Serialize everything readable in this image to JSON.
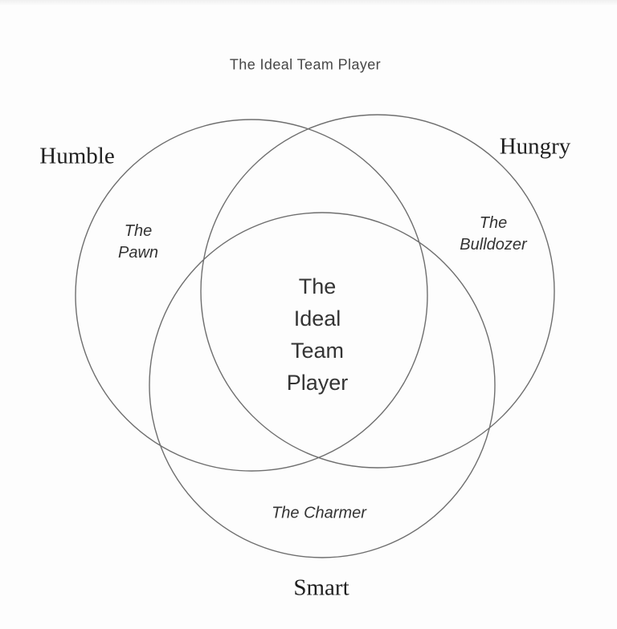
{
  "page": {
    "title": "The Ideal Team Player"
  },
  "diagram": {
    "type": "venn",
    "stroke_color": "#6e6e6e",
    "circles": [
      {
        "id": "humble",
        "label": "Humble"
      },
      {
        "id": "hungry",
        "label": "Hungry"
      },
      {
        "id": "smart",
        "label": "Smart"
      }
    ],
    "regions": [
      {
        "circles": [
          "humble"
        ],
        "label": "The\nPawn"
      },
      {
        "circles": [
          "hungry"
        ],
        "label": "The\nBulldozer"
      },
      {
        "circles": [
          "smart"
        ],
        "label": "The Charmer"
      },
      {
        "circles": [
          "humble",
          "hungry",
          "smart"
        ],
        "label": "The\nIdeal\nTeam\nPlayer"
      }
    ]
  }
}
